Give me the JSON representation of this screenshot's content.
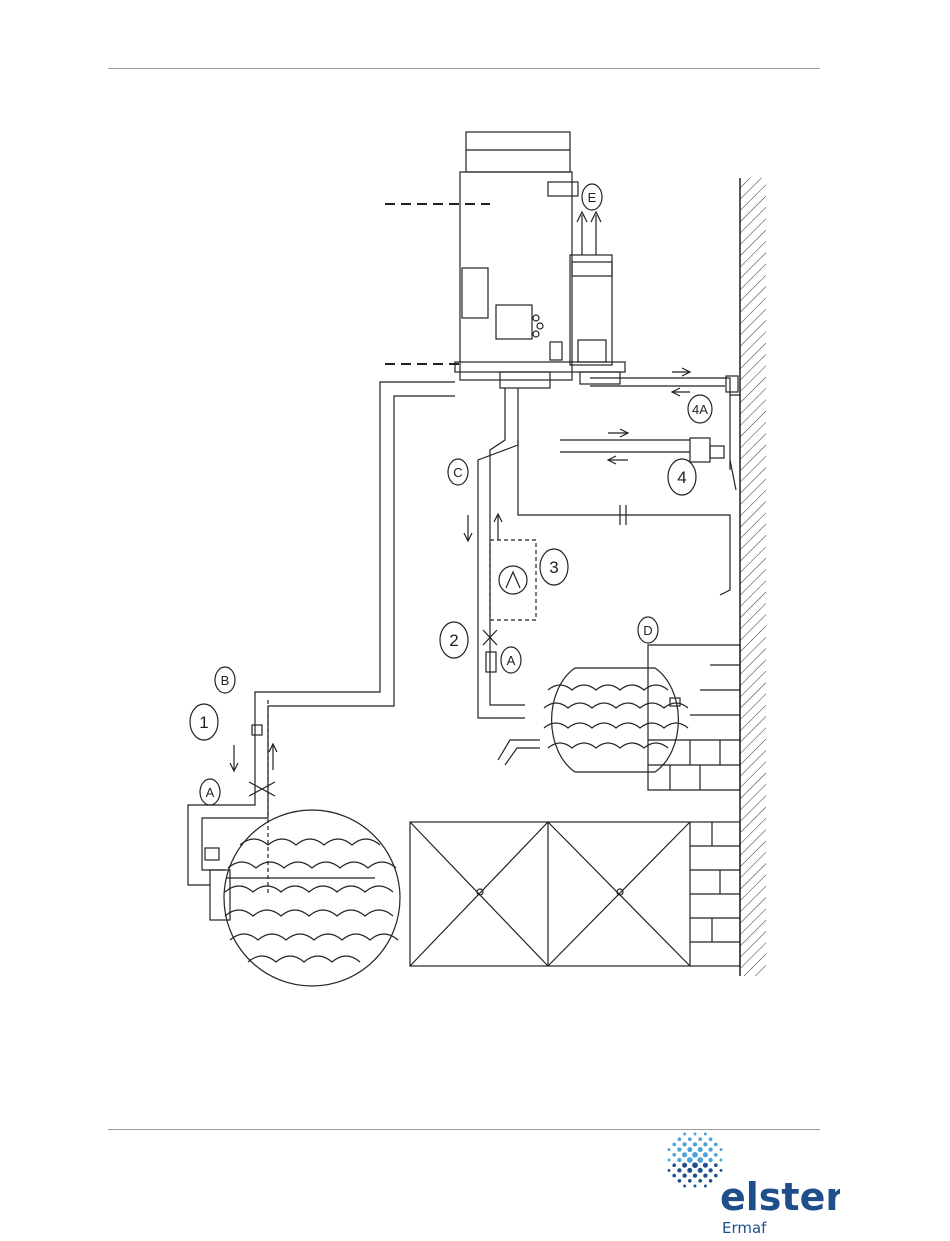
{
  "callouts": {
    "one": "1",
    "two": "2",
    "three": "3",
    "four": "4",
    "four_a": "4A",
    "a_top": "A",
    "a_mid": "A",
    "b": "B",
    "c": "C",
    "d": "D",
    "e": "E"
  },
  "logo": {
    "brand": "elster",
    "sub": "Ermaf"
  },
  "colors": {
    "line": "#222222",
    "rule": "#9a9a9a",
    "brand_dark": "#1f4f8a",
    "brand_light": "#4aa3d8"
  }
}
